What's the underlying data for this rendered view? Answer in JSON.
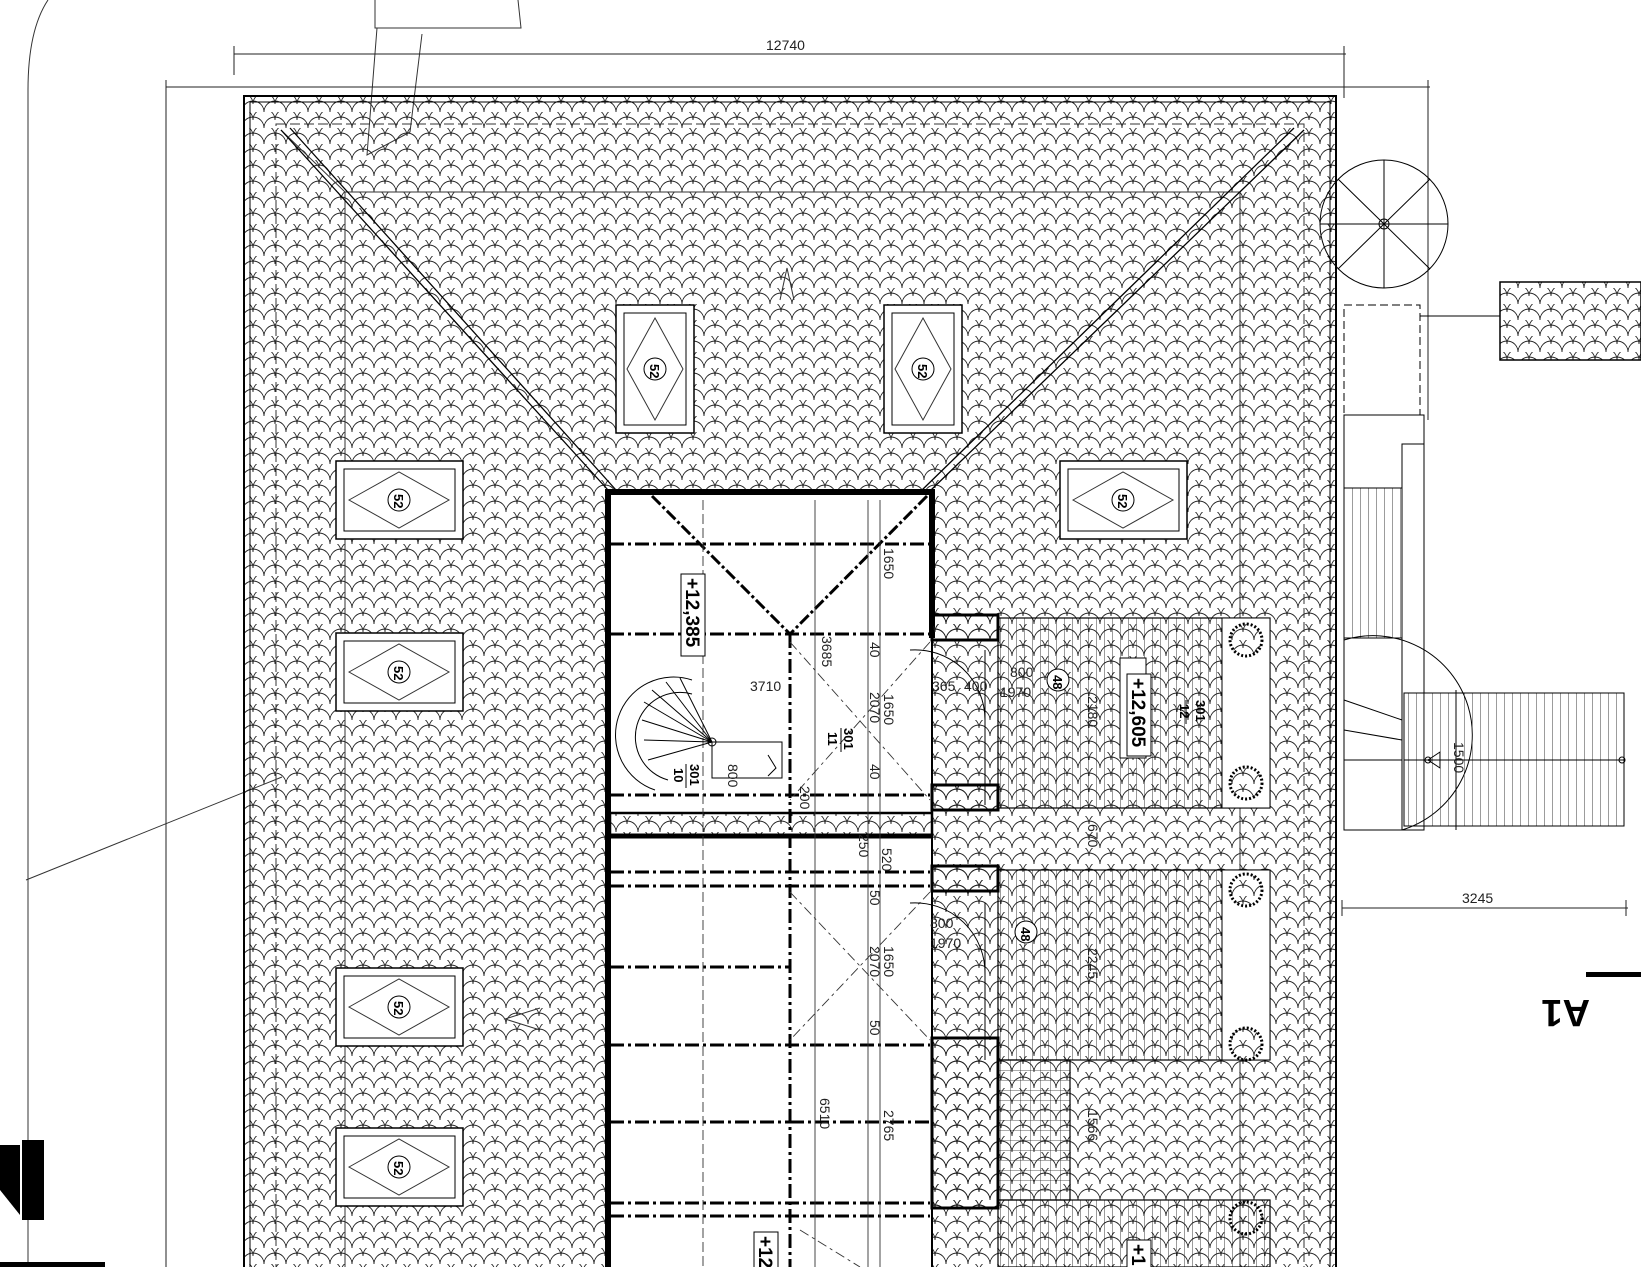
{
  "drawing": {
    "overall_width": "12740",
    "right_offset": "3245",
    "section_mark": "A1"
  },
  "elevations": {
    "upper_left": "+12,385",
    "upper_right": "+12,605",
    "lower_left": "+12",
    "lower_right": "+1"
  },
  "skylight_tag": "52",
  "door_tag": "48",
  "room_tags": {
    "room_11": {
      "top": "301",
      "bottom": "11"
    },
    "room_10": {
      "top": "301",
      "bottom": "10"
    },
    "room_12": {
      "top": "301",
      "bottom": "12"
    }
  },
  "dimensions": {
    "d1650a": "1650",
    "d3685": "3685",
    "d40a": "40",
    "d3710": "3710",
    "d365": "365",
    "d400": "400",
    "d800a": "800",
    "d1970a": "1970",
    "d2070a": "2070",
    "d1650b": "1650",
    "d2180": "2180",
    "d800b": "800",
    "d40b": "40",
    "d1500": "1500",
    "d670": "670",
    "d250": "250",
    "d520": "520",
    "d50a": "50",
    "d800c": "800",
    "d1970b": "1970",
    "d2245": "2245",
    "d1650c": "1650",
    "d2070b": "2070",
    "d50b": "50",
    "d6510": "6510",
    "d2765": "2765",
    "d1566": "1566",
    "d200": "200"
  },
  "colors": {
    "line": "#000000",
    "thin": "#333333",
    "background": "#ffffff"
  }
}
